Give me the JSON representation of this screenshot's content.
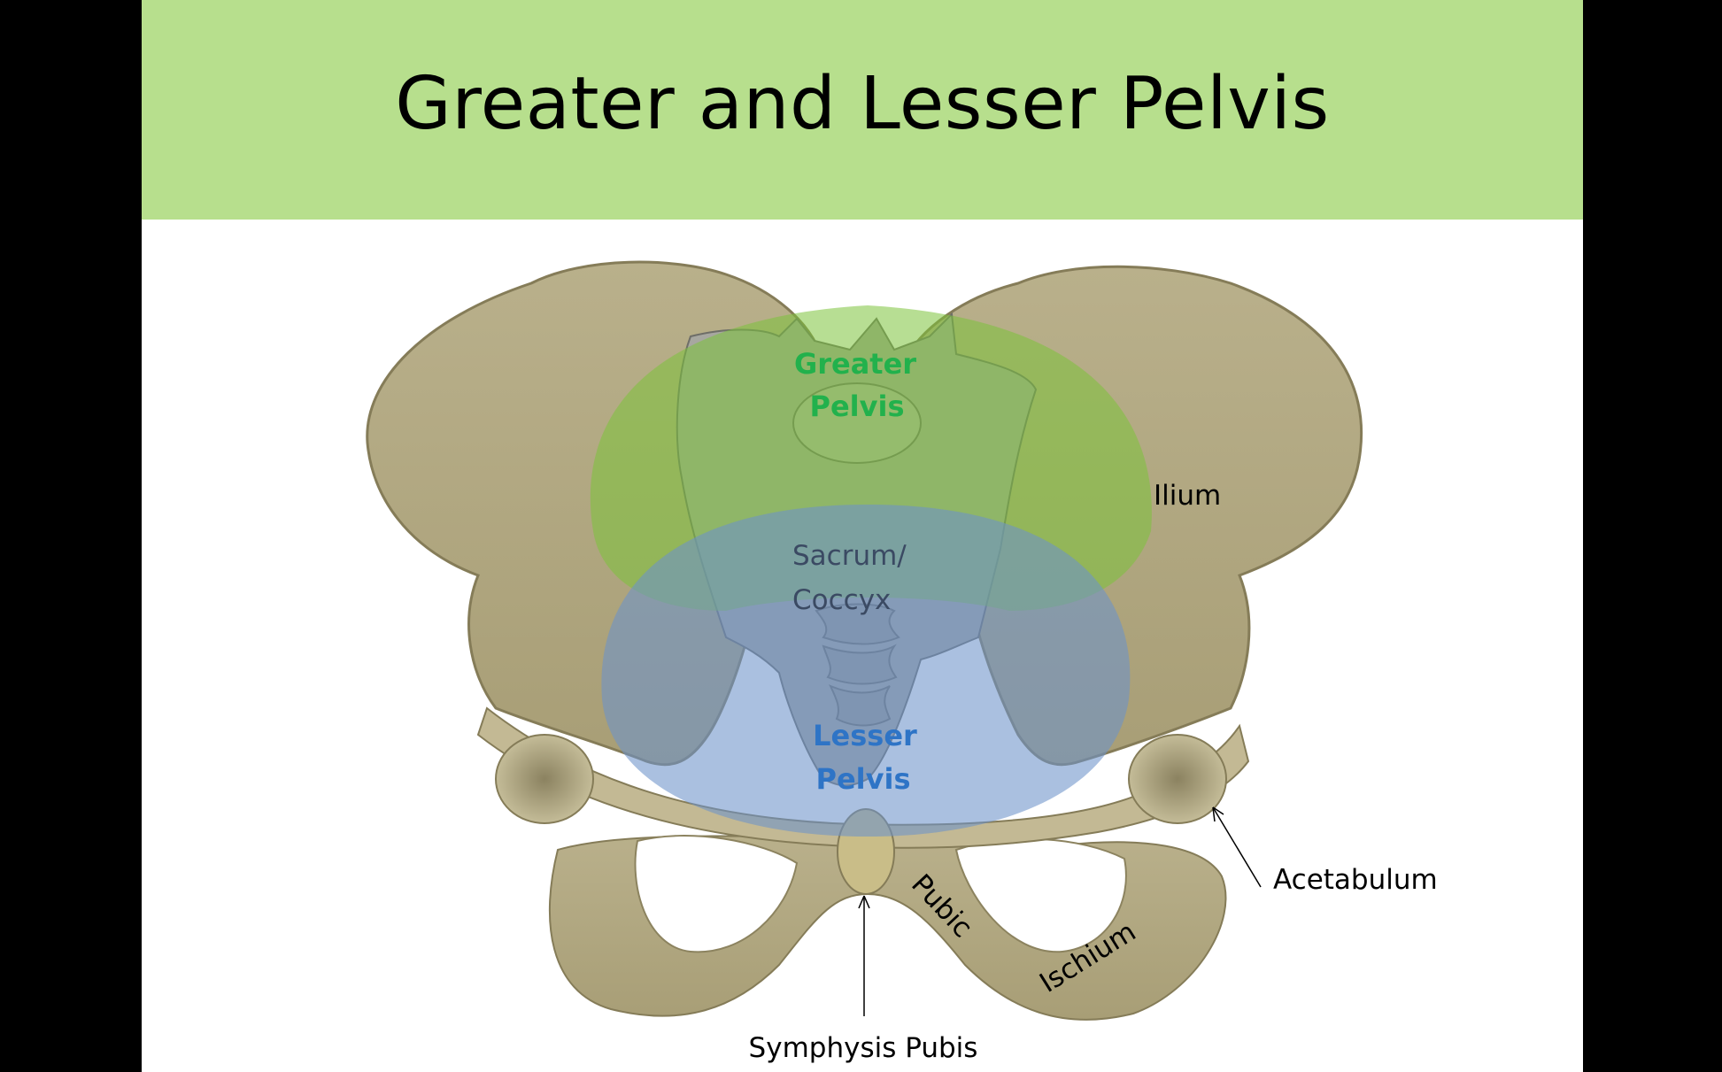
{
  "slide": {
    "title": "Greater and Lesser Pelvis"
  },
  "labels": {
    "greater_1": "Greater",
    "greater_2": "Pelvis",
    "sacrum_1": "Sacrum/",
    "sacrum_2": "Coccyx",
    "lesser_1": "Lesser",
    "lesser_2": "Pelvis",
    "ilium": "Ilium",
    "acetabulum": "Acetabulum",
    "pubic": "Pubic",
    "ischium": "Ischium",
    "symphysis": "Symphysis Pubis"
  },
  "colors": {
    "title_band": "#b7df8d",
    "bone": "#b1a782",
    "greater_pelvis": "#7cc23a",
    "lesser_pelvis": "#6d93c9",
    "greater_text": "#22b14c",
    "lesser_text": "#2e74c6"
  }
}
